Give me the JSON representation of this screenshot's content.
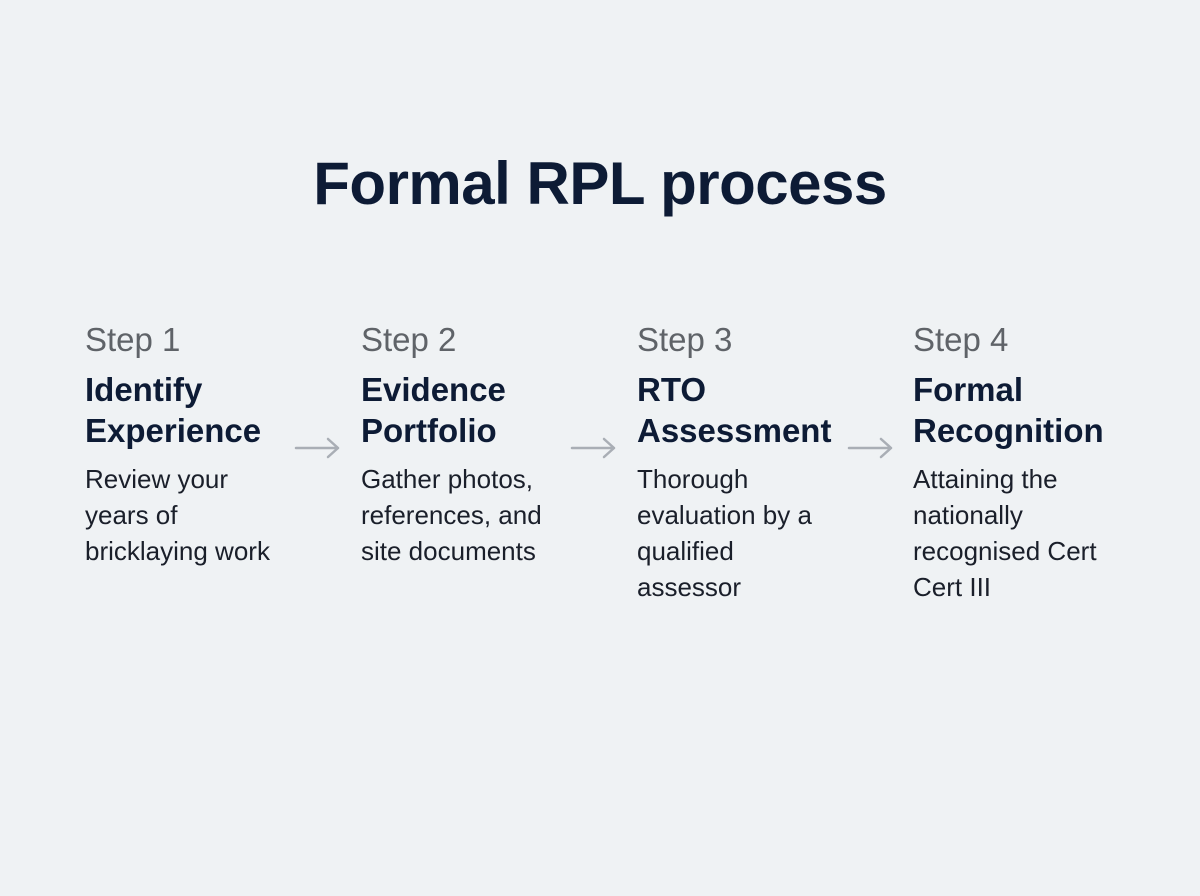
{
  "title": "Formal RPL process",
  "colors": {
    "background": "#eff2f4",
    "heading": "#0d1b35",
    "step_label": "#5f6368",
    "body_text": "#1a1f2a",
    "arrow": "#a9aeb5"
  },
  "steps": [
    {
      "label": "Step 1",
      "heading_line1": "Identify",
      "heading_line2": "Experience",
      "desc_lines": [
        "Review your",
        "years of",
        "bricklaying work"
      ]
    },
    {
      "label": "Step 2",
      "heading_line1": "Evidence",
      "heading_line2": "Portfolio",
      "desc_lines": [
        "Gather photos,",
        "references, and",
        "site documents"
      ]
    },
    {
      "label": "Step 3",
      "heading_line1": "RTO",
      "heading_line2": "Assessment",
      "desc_lines": [
        "Thorough",
        "evaluation by a",
        "qualified",
        "assessor"
      ]
    },
    {
      "label": "Step 4",
      "heading_line1": "Formal",
      "heading_line2": "Recognition",
      "desc_lines": [
        "Attaining the",
        "nationally",
        "recognised Cert",
        "Cert III"
      ]
    }
  ],
  "arrow_icon": "arrow-right-icon"
}
